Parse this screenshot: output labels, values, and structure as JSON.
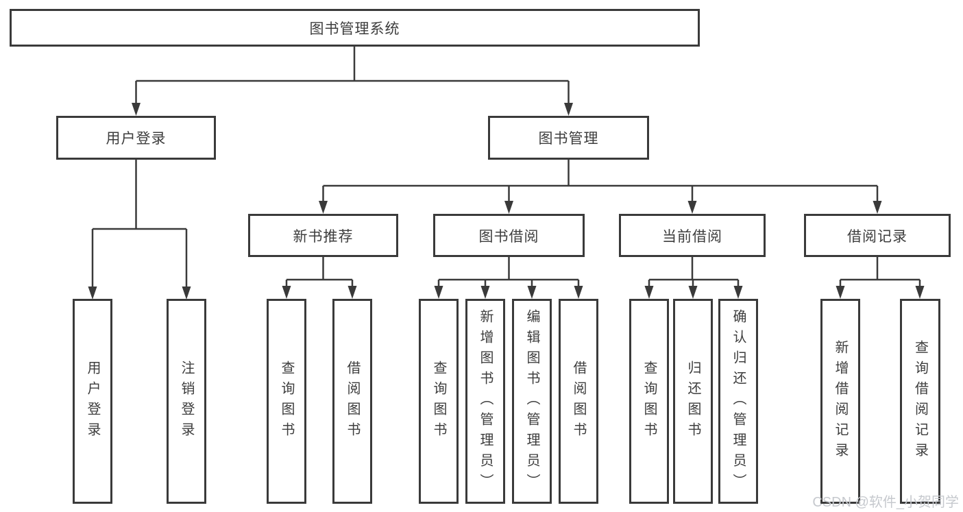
{
  "diagram": {
    "root": {
      "label": "图书管理系统"
    },
    "branches": [
      {
        "label": "用户登录",
        "children": [
          {
            "label": "用户登录"
          },
          {
            "label": "注销登录"
          }
        ]
      },
      {
        "label": "图书管理",
        "children": [
          {
            "label": "新书推荐",
            "children": [
              {
                "label": "查询图书"
              },
              {
                "label": "借阅图书"
              }
            ]
          },
          {
            "label": "图书借阅",
            "children": [
              {
                "label": "查询图书"
              },
              {
                "label": "新增图书（管理员）"
              },
              {
                "label": "编辑图书（管理员）"
              },
              {
                "label": "借阅图书"
              }
            ]
          },
          {
            "label": "当前借阅",
            "children": [
              {
                "label": "查询图书"
              },
              {
                "label": "归还图书"
              },
              {
                "label": "确认归还（管理员）"
              }
            ]
          },
          {
            "label": "借阅记录",
            "children": [
              {
                "label": "新增借阅记录"
              },
              {
                "label": "查询借阅记录"
              }
            ]
          }
        ]
      }
    ]
  },
  "watermark": {
    "text": "CSDN @软件_小贺同学",
    "color": "#c6c9ce"
  },
  "colors": {
    "line": "#3a3a3a",
    "text": "#3d3d3d",
    "background": "#ffffff"
  }
}
